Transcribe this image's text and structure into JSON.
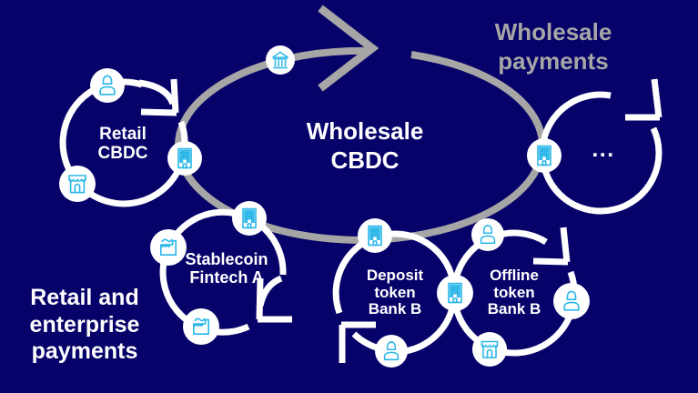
{
  "colors": {
    "bg": "#060269",
    "cyan": "#29b6e8",
    "gray": "#a6a6a6",
    "white": "#ffffff"
  },
  "labels": {
    "wholesale_payments": "Wholesale\npayments",
    "wholesale_cbdc": "Wholesale\nCBDC",
    "retail_cbdc": "Retail\nCBDC",
    "retail_enterprise_payments": "Retail and\nenterprise\npayments",
    "stablecoin_fintech": "Stablecoin\nFintech A",
    "deposit_token": "Deposit\ntoken\nBank B",
    "offline_token": "Offline\ntoken\nBank B",
    "more_cycles": "..."
  },
  "icons": [
    "bank-icon",
    "office-building-icon",
    "person-icon",
    "shop-icon",
    "factory-icon"
  ]
}
